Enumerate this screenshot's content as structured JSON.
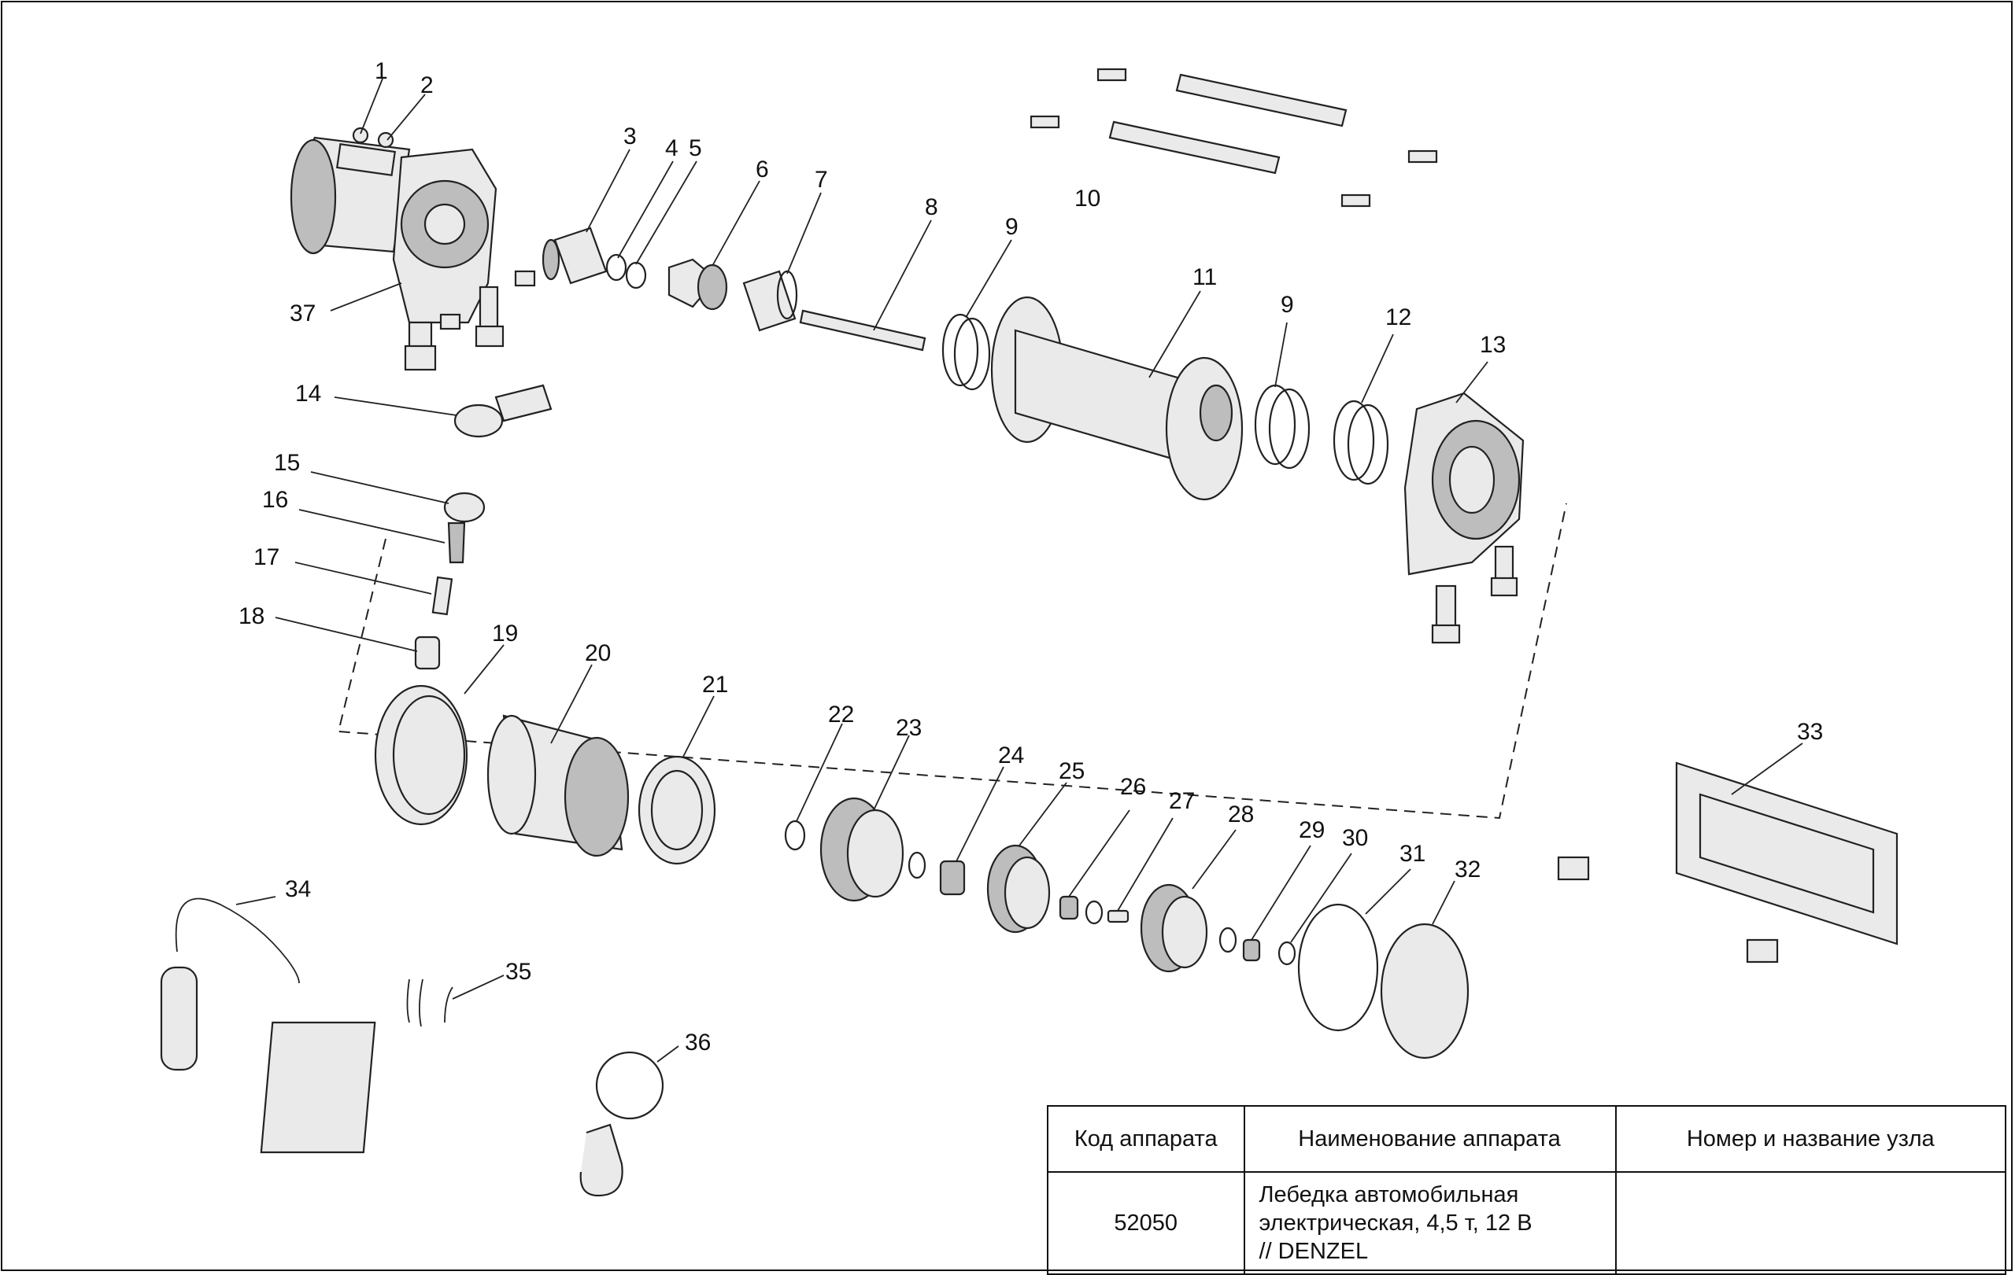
{
  "callouts": [
    "1",
    "2",
    "3",
    "4",
    "5",
    "6",
    "7",
    "8",
    "9",
    "10",
    "11",
    "9",
    "12",
    "13",
    "14",
    "15",
    "16",
    "17",
    "18",
    "19",
    "20",
    "21",
    "22",
    "23",
    "24",
    "25",
    "26",
    "27",
    "28",
    "29",
    "30",
    "31",
    "32",
    "33",
    "34",
    "35",
    "36",
    "37"
  ],
  "title_block": {
    "headers": [
      "Код аппарата",
      "Наименование аппарата",
      "Номер и название узла"
    ],
    "code": "52050",
    "name_lines": [
      "Лебедка автомобильная",
      "электрическая, 4,5 т, 12 В",
      "// DENZEL"
    ],
    "node": ""
  }
}
